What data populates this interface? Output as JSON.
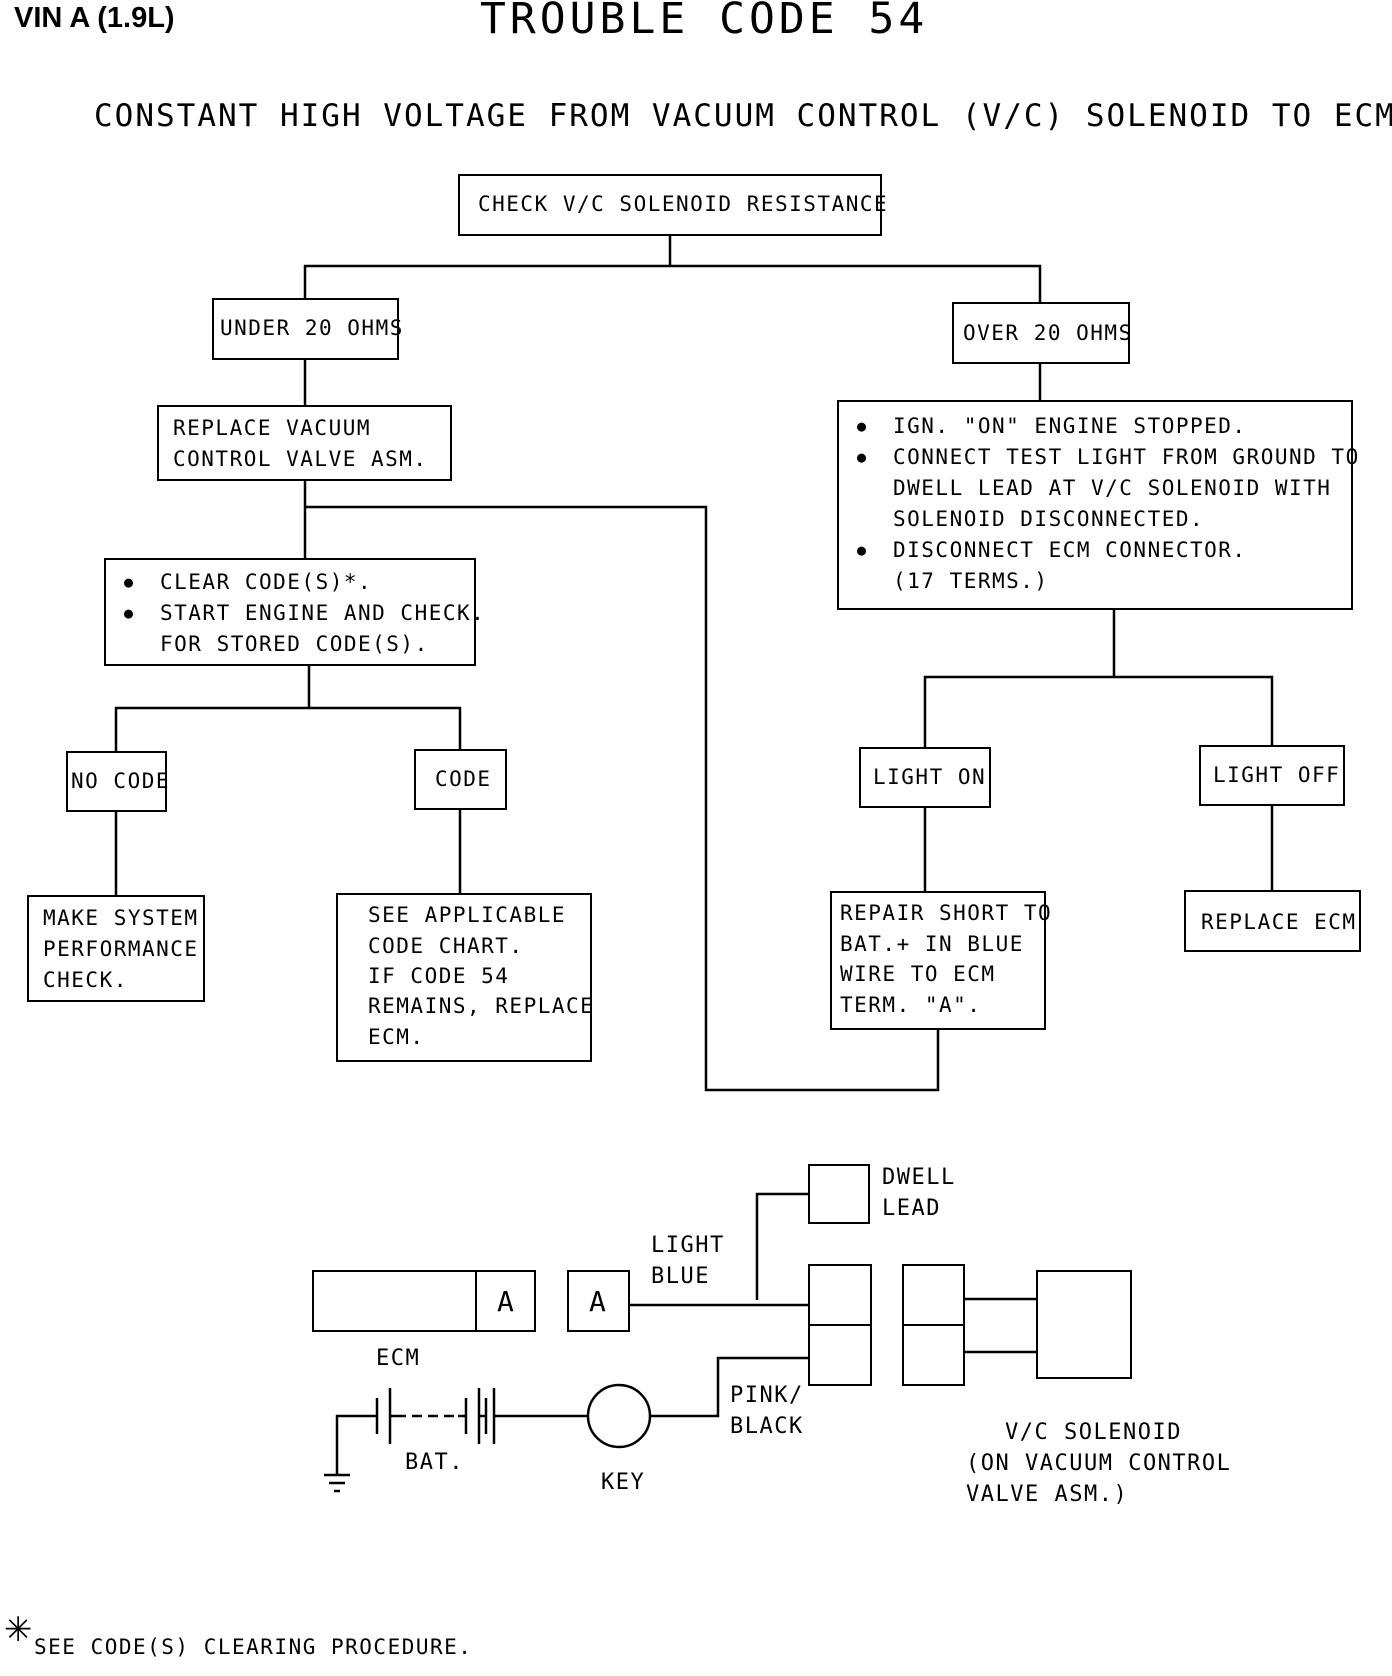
{
  "header": {
    "vin": "VIN A (1.9L)",
    "title": "TROUBLE CODE 54",
    "subtitle": "CONSTANT HIGH VOLTAGE FROM VACUUM CONTROL (V/C) SOLENOID TO ECM"
  },
  "flow": {
    "check_resistance": "CHECK V/C SOLENOID RESISTANCE",
    "under_20": "UNDER 20 OHMS",
    "over_20": "OVER 20 OHMS",
    "replace_valve": [
      "REPLACE VACUUM",
      "CONTROL VALVE ASM."
    ],
    "clear_codes": [
      "CLEAR CODE(S)*.",
      "START ENGINE AND CHECK.",
      "FOR STORED CODE(S)."
    ],
    "ign_steps": [
      "IGN. \"ON\" ENGINE STOPPED.",
      "CONNECT TEST LIGHT FROM GROUND TO",
      "DWELL LEAD AT V/C SOLENOID WITH",
      "SOLENOID DISCONNECTED.",
      "DISCONNECT ECM CONNECTOR.",
      "(17 TERMS.)"
    ],
    "no_code": "NO CODE",
    "code": "CODE",
    "light_on": "LIGHT ON",
    "light_off": "LIGHT OFF",
    "make_system": [
      "MAKE SYSTEM",
      "PERFORMANCE",
      "CHECK."
    ],
    "see_applicable": [
      "SEE APPLICABLE",
      "CODE CHART.",
      "IF CODE 54",
      "REMAINS, REPLACE",
      "ECM."
    ],
    "repair_short": [
      "REPAIR SHORT TO",
      "BAT.+ IN BLUE",
      "WIRE TO ECM",
      "TERM. \"A\"."
    ],
    "replace_ecm": "REPLACE ECM"
  },
  "schematic": {
    "dwell_lead": [
      "DWELL",
      "LEAD"
    ],
    "light_blue": [
      "LIGHT",
      "BLUE"
    ],
    "terminal_a_ecm": "A",
    "terminal_a_conn": "A",
    "ecm": "ECM",
    "bat": "BAT.",
    "key": "KEY",
    "pink_black": [
      "PINK/",
      "BLACK"
    ],
    "vc_solenoid": [
      "V/C SOLENOID",
      "(ON VACUUM CONTROL",
      "VALVE ASM.)"
    ]
  },
  "footnote": {
    "star": "✳",
    "text": "SEE CODE(S) CLEARING PROCEDURE."
  }
}
